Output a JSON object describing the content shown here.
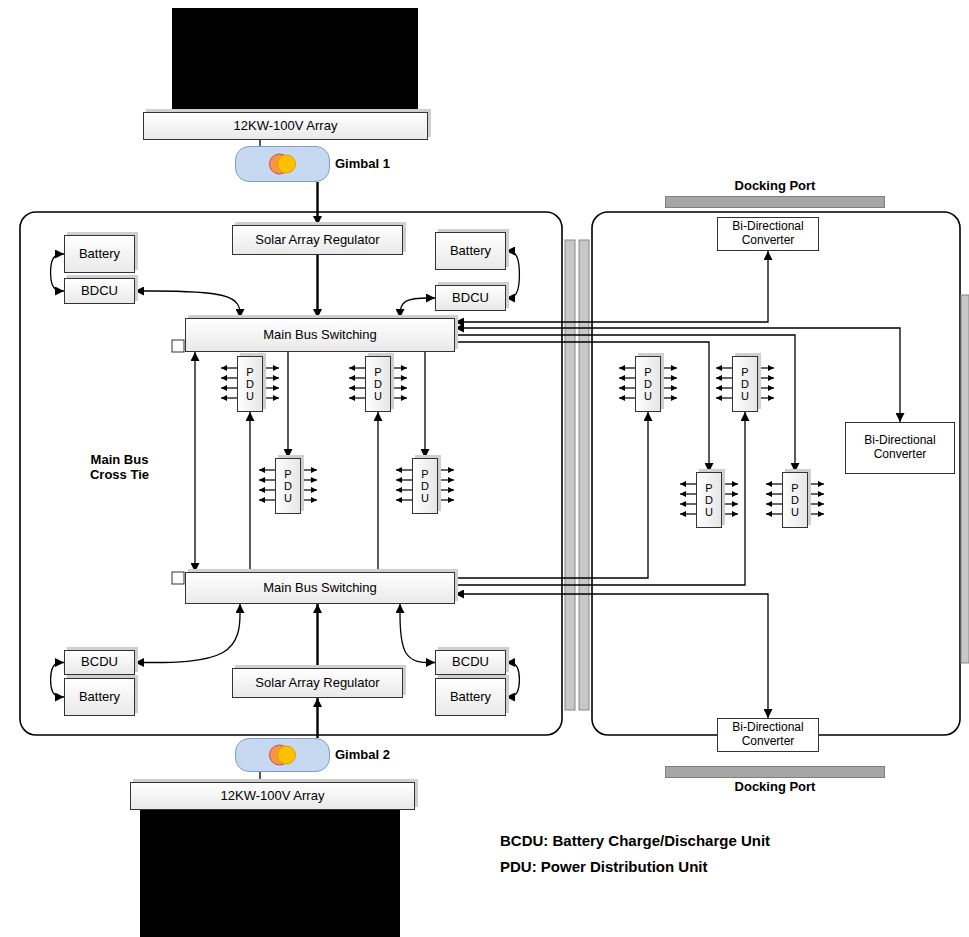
{
  "diagram": {
    "nodes": [
      {
        "text": [
          "12KW-100V Array"
        ]
      },
      {
        "text": [
          "Gimbal 1"
        ]
      },
      {
        "text": [
          "Solar Array Regulator"
        ]
      },
      {
        "text": [
          "Battery"
        ]
      },
      {
        "text": [
          "BDCU"
        ]
      },
      {
        "text": [
          "Battery"
        ]
      },
      {
        "text": [
          "BDCU"
        ]
      },
      {
        "text": [
          "Docking Port"
        ]
      },
      {
        "text": [
          "Bi-Directional Converter"
        ]
      },
      {
        "text": [
          "Main Bus Switching"
        ]
      },
      {
        "text": [
          "PDU"
        ]
      },
      {
        "text": [
          "PDU"
        ]
      },
      {
        "text": [
          "PDU"
        ]
      },
      {
        "text": [
          "PDU"
        ]
      },
      {
        "text": [
          "Bi-Directional Converter"
        ]
      },
      {
        "text": [
          "PDU"
        ]
      },
      {
        "text": [
          "PDU"
        ]
      },
      {
        "text": [
          "PDU"
        ]
      },
      {
        "text": [
          "PDU"
        ]
      },
      {
        "text": [
          "Main Bus Switching"
        ]
      },
      {
        "text": [
          "BCDU"
        ]
      },
      {
        "text": [
          "Battery"
        ]
      },
      {
        "text": [
          "BCDU"
        ]
      },
      {
        "text": [
          "Battery"
        ]
      },
      {
        "text": [
          "Solar Array Regulator"
        ]
      },
      {
        "text": [
          "Bi-Directional Converter"
        ]
      },
      {
        "text": [
          "Docking Port"
        ]
      },
      {
        "text": [
          "Gimbal 2"
        ]
      },
      {
        "text": [
          "12KW-100V Array"
        ]
      }
    ],
    "edges": [
      {
        "from": 0,
        "to": 1,
        "arrow": "none"
      },
      {
        "from": 1,
        "to": 2,
        "arrow": "to"
      },
      {
        "from": 2,
        "to": 9,
        "arrow": "to"
      },
      {
        "from": 3,
        "to": 4,
        "arrow": "both"
      },
      {
        "from": 4,
        "to": 9,
        "arrow": "both"
      },
      {
        "from": 5,
        "to": 6,
        "arrow": "both"
      },
      {
        "from": 6,
        "to": 9,
        "arrow": "both"
      },
      {
        "from": 9,
        "to": 8,
        "arrow": "both"
      },
      {
        "from": 9,
        "to": 14,
        "arrow": "both"
      },
      {
        "from": 9,
        "to": 18,
        "arrow": "to"
      },
      {
        "from": 9,
        "to": 17,
        "arrow": "to"
      },
      {
        "from": 9,
        "to": 15,
        "arrow": "to"
      },
      {
        "from": 9,
        "to": 16,
        "arrow": "to"
      },
      {
        "from": 9,
        "to": 19,
        "arrow": "both"
      },
      {
        "from": 19,
        "to": 10,
        "arrow": "to"
      },
      {
        "from": 19,
        "to": 11,
        "arrow": "to"
      },
      {
        "from": 19,
        "to": 12,
        "arrow": "to"
      },
      {
        "from": 19,
        "to": 13,
        "arrow": "to"
      },
      {
        "from": 19,
        "to": 25,
        "arrow": "both"
      },
      {
        "from": 20,
        "to": 19,
        "arrow": "both"
      },
      {
        "from": 21,
        "to": 20,
        "arrow": "both"
      },
      {
        "from": 22,
        "to": 19,
        "arrow": "both"
      },
      {
        "from": 23,
        "to": 22,
        "arrow": "both"
      },
      {
        "from": 24,
        "to": 19,
        "arrow": "to"
      },
      {
        "from": 27,
        "to": 24,
        "arrow": "to"
      },
      {
        "from": 28,
        "to": 27,
        "arrow": "none"
      }
    ],
    "labels": [
      "Main Bus Cross Tie",
      "BCDU: Battery Charge/Discharge Unit",
      "PDU: Power Distribution Unit"
    ]
  }
}
